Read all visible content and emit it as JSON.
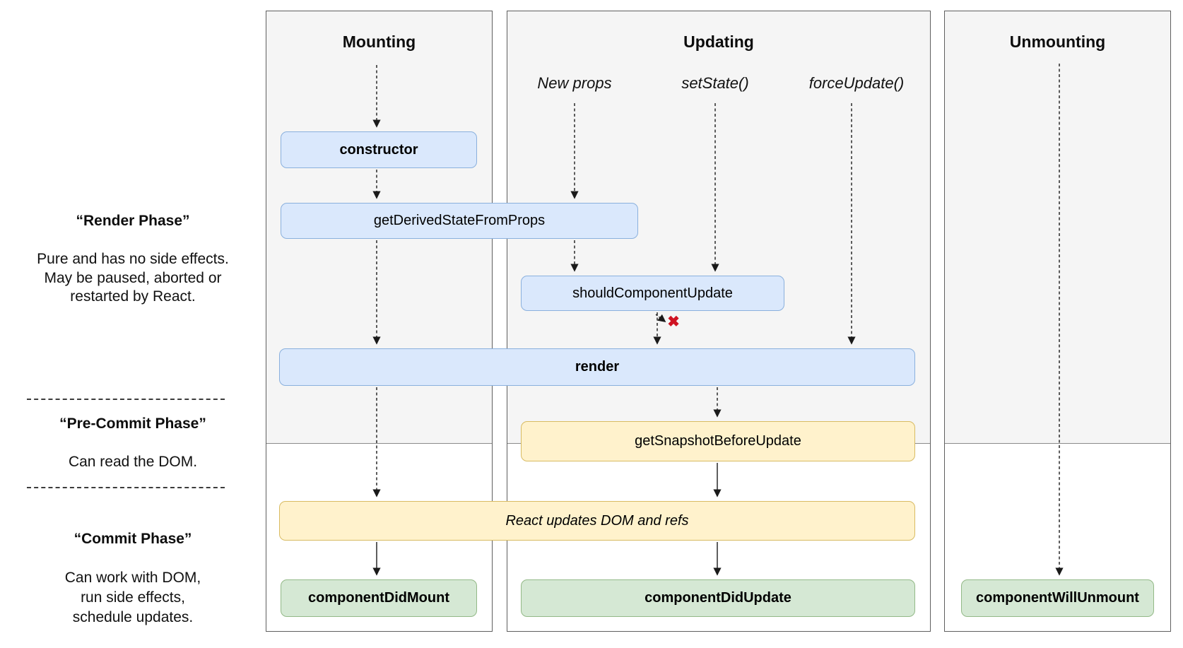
{
  "columns": {
    "mounting": "Mounting",
    "updating": "Updating",
    "unmounting": "Unmounting"
  },
  "events": {
    "new_props": "New props",
    "set_state": "setState()",
    "force_update": "forceUpdate()"
  },
  "nodes": {
    "constructor": "constructor",
    "get_derived_state_from_props": "getDerivedStateFromProps",
    "should_component_update": "shouldComponentUpdate",
    "render": "render",
    "get_snapshot_before_update": "getSnapshotBeforeUpdate",
    "react_updates_dom": "React updates DOM and refs",
    "component_did_mount": "componentDidMount",
    "component_did_update": "componentDidUpdate",
    "component_will_unmount": "componentWillUnmount"
  },
  "abort_marker": "✖",
  "phases": [
    {
      "title": "“Render Phase”",
      "lines": [
        "Pure and has no side effects.",
        "May be paused, aborted or",
        "restarted by React."
      ]
    },
    {
      "title": "“Pre-Commit Phase”",
      "lines": [
        "Can read the DOM."
      ]
    },
    {
      "title": "“Commit Phase”",
      "lines": [
        "Can work with DOM,",
        "run side effects,",
        "schedule updates."
      ]
    }
  ],
  "colors": {
    "node_blue_fill": "#dae8fc",
    "node_blue_border": "#8ab0dd",
    "node_yellow_fill": "#fff2cc",
    "node_yellow_border": "#d8bb62",
    "node_green_fill": "#d5e8d4",
    "node_green_border": "#93b987",
    "panel_fill": "#f5f5f5",
    "panel_border": "#5f5f5f",
    "abort_red": "#cf1322"
  }
}
